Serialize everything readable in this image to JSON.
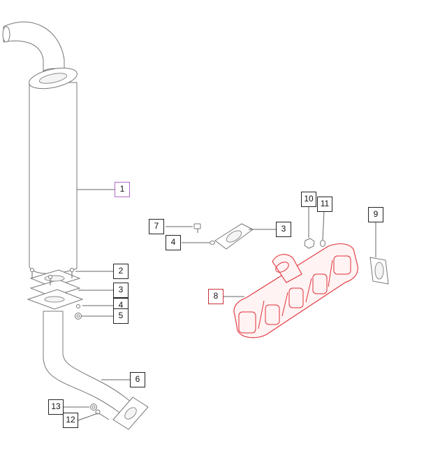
{
  "diagram": {
    "callouts": [
      {
        "id": "c1",
        "label": "1"
      },
      {
        "id": "c2",
        "label": "2"
      },
      {
        "id": "c3a",
        "label": "3"
      },
      {
        "id": "c4a",
        "label": "4"
      },
      {
        "id": "c5",
        "label": "5"
      },
      {
        "id": "c6",
        "label": "6"
      },
      {
        "id": "c7",
        "label": "7"
      },
      {
        "id": "c4b",
        "label": "4"
      },
      {
        "id": "c3b",
        "label": "3"
      },
      {
        "id": "c10",
        "label": "10"
      },
      {
        "id": "c11",
        "label": "11"
      },
      {
        "id": "c9",
        "label": "9"
      },
      {
        "id": "c8",
        "label": "8"
      },
      {
        "id": "c13",
        "label": "13"
      },
      {
        "id": "c12",
        "label": "12"
      }
    ],
    "colors": {
      "selected_part": "#e0323a",
      "selected_callout": "#c9303a",
      "hover_callout": "#b06ac8",
      "line": "#666666"
    },
    "selected_part_label": "8",
    "hovered_part_label": "1"
  }
}
